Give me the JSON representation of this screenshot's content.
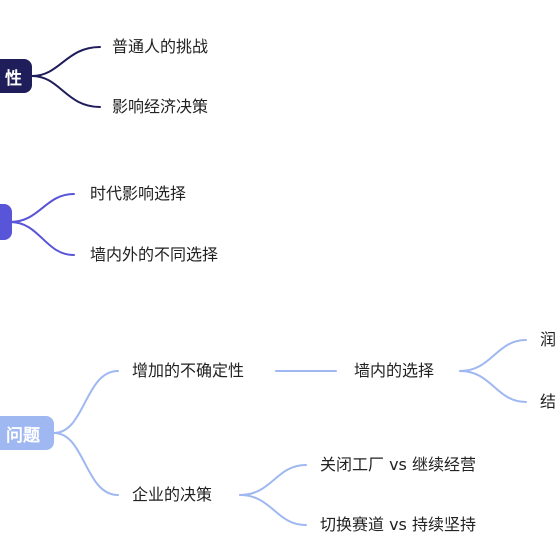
{
  "colors": {
    "group1": "#1f1d5a",
    "group2": "#5855d8",
    "group3": "#9fb8f2",
    "group3_text": "#ffffff",
    "text": "#222222"
  },
  "group1": {
    "root": "性",
    "children": [
      "普通人的挑战",
      "影响经济决策"
    ]
  },
  "group2": {
    "root": "",
    "children": [
      "时代影响选择",
      "墙内外的不同选择"
    ]
  },
  "group3": {
    "root": "问题",
    "child_a": "增加的不确定性",
    "child_a_sub": "墙内的选择",
    "child_a_leaves": [
      "润",
      "结"
    ],
    "child_b": "企业的决策",
    "child_b_leaves": [
      "关闭工厂 vs 继续经营",
      "切换赛道 vs 持续坚持"
    ]
  }
}
